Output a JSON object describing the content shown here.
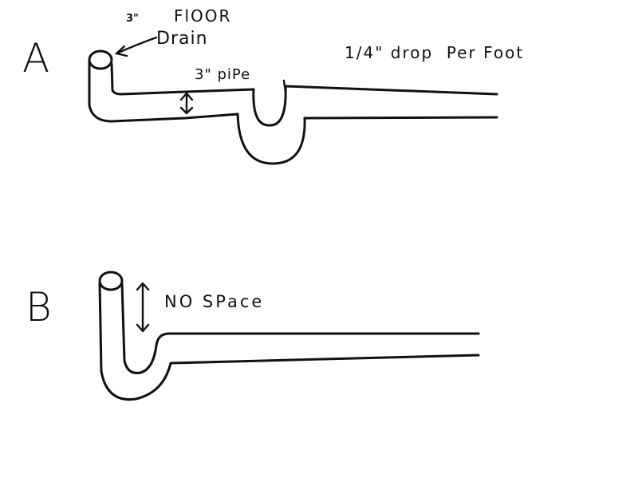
{
  "diagram_a": {
    "letter": "A",
    "floor_label": "FlOOR",
    "floor_prefix": "3\"",
    "drain_label": "Drain",
    "pipe_label": "3\" piPe",
    "slope_label": "1/4\" drop  Per Foot"
  },
  "diagram_b": {
    "letter": "B",
    "space_label": "NO SPace"
  },
  "colors": {
    "ink": "#111111",
    "paper": "#ffffff"
  }
}
